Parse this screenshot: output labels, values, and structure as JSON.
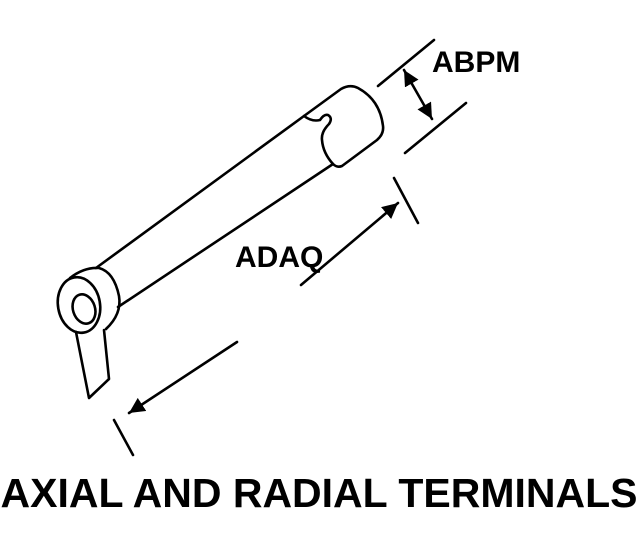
{
  "diagram": {
    "title": "AXIAL AND RADIAL TERMINALS",
    "labels": {
      "diameter": "ABPM",
      "length": "ADAQ"
    },
    "colors": {
      "line": "#000000",
      "background": "#ffffff"
    }
  }
}
